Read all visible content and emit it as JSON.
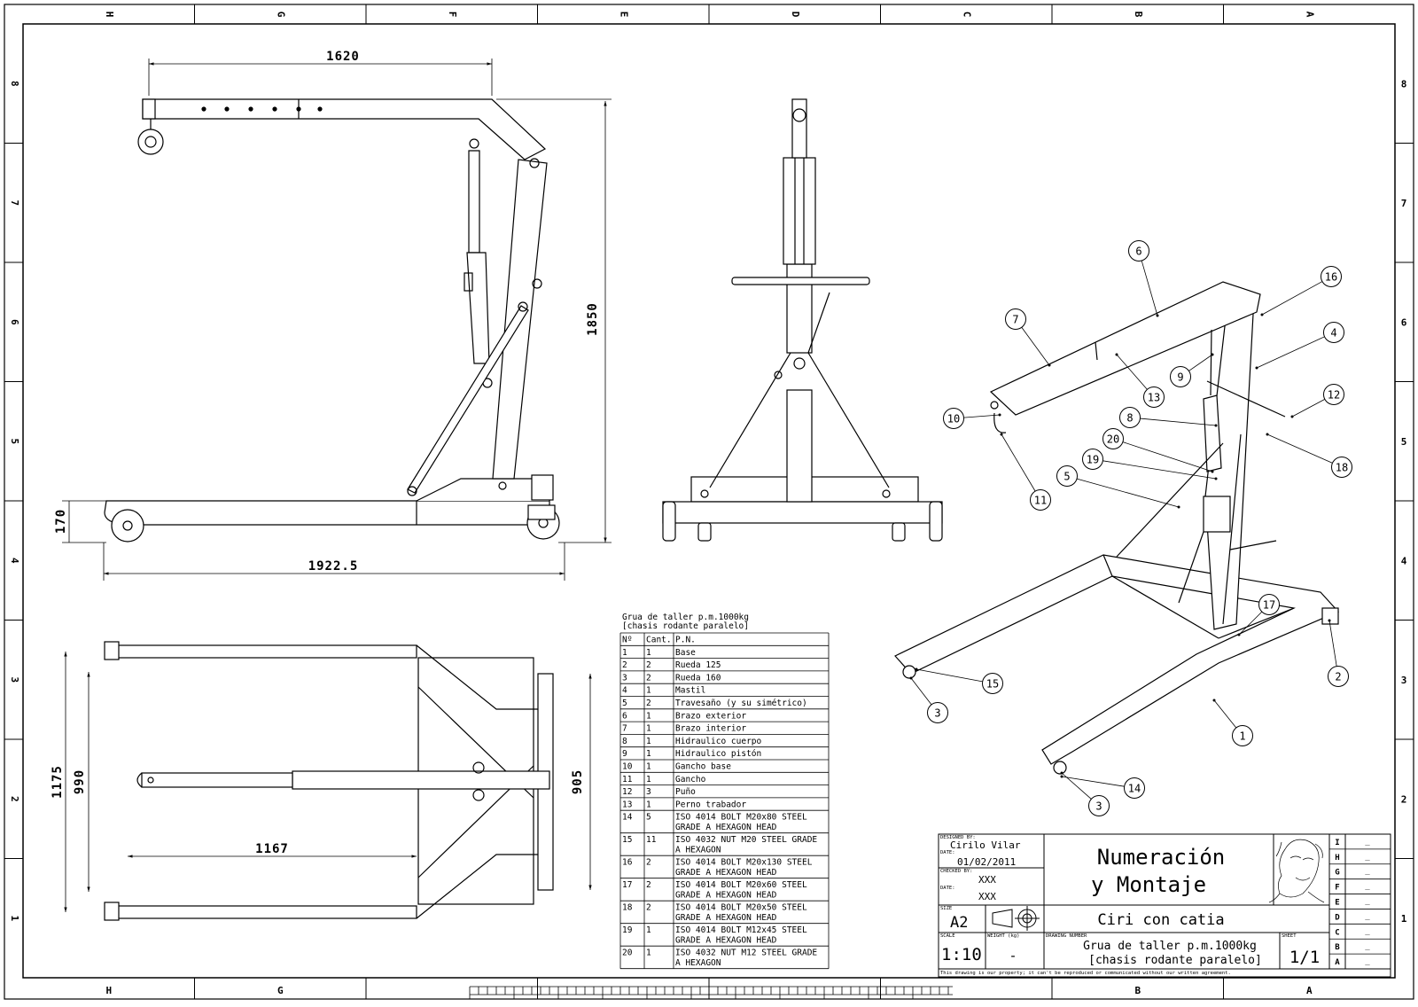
{
  "grid": {
    "columns": [
      "H",
      "G",
      "F",
      "E",
      "D",
      "C",
      "B",
      "A"
    ],
    "rows": [
      "8",
      "7",
      "6",
      "5",
      "4",
      "3",
      "2",
      "1"
    ]
  },
  "dimensions": {
    "side_span": "1620",
    "side_height": "1850",
    "side_base_height": "170",
    "side_length": "1922.5",
    "top_width": "1175",
    "top_inner_width": "990",
    "top_leg_length": "1167",
    "top_rear_width": "905"
  },
  "balloons": [
    "1",
    "2",
    "3",
    "3",
    "4",
    "5",
    "6",
    "7",
    "8",
    "9",
    "10",
    "11",
    "12",
    "13",
    "14",
    "15",
    "16",
    "17",
    "18",
    "19",
    "20"
  ],
  "bom": {
    "title_line1": "Grua de taller p.m.1000kg",
    "title_line2": "[chasis rodante paralelo]",
    "headers": [
      "Nº",
      "Cant.",
      "P.N."
    ],
    "rows": [
      {
        "n": "1",
        "qty": "1",
        "pn": [
          "Base"
        ]
      },
      {
        "n": "2",
        "qty": "2",
        "pn": [
          "Rueda 125"
        ]
      },
      {
        "n": "3",
        "qty": "2",
        "pn": [
          "Rueda 160"
        ]
      },
      {
        "n": "4",
        "qty": "1",
        "pn": [
          "Mastil"
        ]
      },
      {
        "n": "5",
        "qty": "2",
        "pn": [
          "Travesaño (y su simétrico)"
        ]
      },
      {
        "n": "6",
        "qty": "1",
        "pn": [
          "Brazo exterior"
        ]
      },
      {
        "n": "7",
        "qty": "1",
        "pn": [
          "Brazo interior"
        ]
      },
      {
        "n": "8",
        "qty": "1",
        "pn": [
          "Hidraulico cuerpo"
        ]
      },
      {
        "n": "9",
        "qty": "1",
        "pn": [
          "Hidraulico pistón"
        ]
      },
      {
        "n": "10",
        "qty": "1",
        "pn": [
          "Gancho base"
        ]
      },
      {
        "n": "11",
        "qty": "1",
        "pn": [
          "Gancho"
        ]
      },
      {
        "n": "12",
        "qty": "3",
        "pn": [
          "Puño"
        ]
      },
      {
        "n": "13",
        "qty": "1",
        "pn": [
          "Perno trabador"
        ]
      },
      {
        "n": "14",
        "qty": "5",
        "pn": [
          "ISO 4014 BOLT M20x80 STEEL",
          "GRADE A HEXAGON HEAD"
        ]
      },
      {
        "n": "15",
        "qty": "11",
        "pn": [
          "ISO 4032 NUT M20 STEEL GRADE",
          "A HEXAGON"
        ]
      },
      {
        "n": "16",
        "qty": "2",
        "pn": [
          "ISO 4014 BOLT M20x130 STEEL",
          "GRADE A HEXAGON HEAD"
        ]
      },
      {
        "n": "17",
        "qty": "2",
        "pn": [
          "ISO 4014 BOLT M20x60 STEEL",
          "GRADE A HEXAGON HEAD"
        ]
      },
      {
        "n": "18",
        "qty": "2",
        "pn": [
          "ISO 4014 BOLT M20x50 STEEL",
          "GRADE A HEXAGON HEAD"
        ]
      },
      {
        "n": "19",
        "qty": "1",
        "pn": [
          "ISO 4014 BOLT M12x45 STEEL",
          "GRADE A HEXAGON HEAD"
        ]
      },
      {
        "n": "20",
        "qty": "1",
        "pn": [
          "ISO 4032 NUT M12 STEEL GRADE",
          "A HEXAGON"
        ]
      }
    ]
  },
  "title_block": {
    "designed_by_label": "DESIGNED BY:",
    "designed_by": "Cirilo Vilar",
    "date_label": "DATE:",
    "date": "01/02/2011",
    "checked_by_label": "CHECKED BY:",
    "checked_by": "XXX",
    "checked_date_label": "DATE:",
    "checked_date": "XXX",
    "size_label": "SIZE",
    "size": "A2",
    "scale_label": "SCALE",
    "scale": "1:10",
    "weight_label": "WEIGHT (kg)",
    "weight": "-",
    "title_line1": "Numeración",
    "title_line2": "y Montaje",
    "company": "Ciri con catia",
    "drawing_number_label": "DRAWING NUMBER",
    "drawing_line1": "Grua de taller p.m.1000kg",
    "drawing_line2": "[chasis rodante paralelo]",
    "sheet_label": "SHEET",
    "sheet": "1/1",
    "disclaimer": "This drawing is our property; it can't be reproduced or communicated without our written agreement.",
    "revisions": [
      {
        "letter": "I",
        "value": "_"
      },
      {
        "letter": "H",
        "value": "_"
      },
      {
        "letter": "G",
        "value": "_"
      },
      {
        "letter": "F",
        "value": "_"
      },
      {
        "letter": "E",
        "value": "_"
      },
      {
        "letter": "D",
        "value": "_"
      },
      {
        "letter": "C",
        "value": "_"
      },
      {
        "letter": "B",
        "value": "_"
      },
      {
        "letter": "A",
        "value": "_"
      }
    ]
  }
}
